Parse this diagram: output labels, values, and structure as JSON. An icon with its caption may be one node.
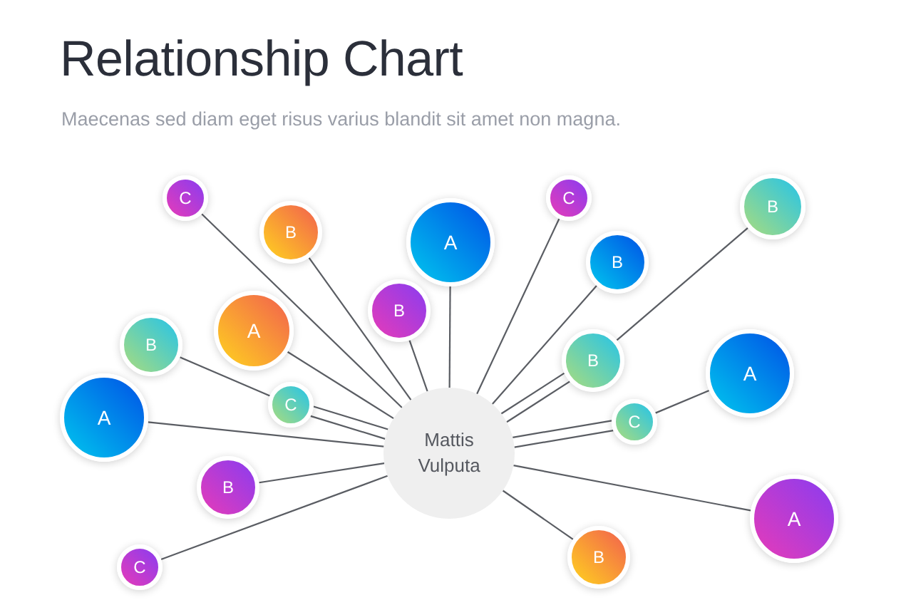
{
  "diagram": {
    "title": "Relationship Chart",
    "caption": "Maecenas sed diam eget risus varius blandit sit amet non magna.",
    "nodes": [
      {
        "text": [
          "Mattis Vulputa"
        ]
      },
      {
        "text": [
          "C"
        ]
      },
      {
        "text": [
          "C"
        ]
      },
      {
        "text": [
          "B"
        ]
      },
      {
        "text": [
          "A"
        ]
      },
      {
        "text": [
          "B"
        ]
      },
      {
        "text": [
          "B"
        ]
      },
      {
        "text": [
          "B"
        ]
      },
      {
        "text": [
          "A"
        ]
      },
      {
        "text": [
          "B"
        ]
      },
      {
        "text": [
          "B"
        ]
      },
      {
        "text": [
          "A"
        ]
      },
      {
        "text": [
          "C"
        ]
      },
      {
        "text": [
          "A"
        ]
      },
      {
        "text": [
          "C"
        ]
      },
      {
        "text": [
          "B"
        ]
      },
      {
        "text": [
          "A"
        ]
      },
      {
        "text": [
          "B"
        ]
      },
      {
        "text": [
          "C"
        ]
      }
    ],
    "edges": [
      {
        "from": 0,
        "to": 1,
        "arrow": "none"
      },
      {
        "from": 0,
        "to": 2,
        "arrow": "none"
      },
      {
        "from": 3,
        "to": 10,
        "arrow": "none"
      },
      {
        "from": 0,
        "to": 4,
        "arrow": "none"
      },
      {
        "from": 0,
        "to": 5,
        "arrow": "none"
      },
      {
        "from": 0,
        "to": 6,
        "arrow": "none"
      },
      {
        "from": 0,
        "to": 7,
        "arrow": "none"
      },
      {
        "from": 0,
        "to": 8,
        "arrow": "none"
      },
      {
        "from": 9,
        "to": 12,
        "arrow": "none"
      },
      {
        "from": 0,
        "to": 10,
        "arrow": "none"
      },
      {
        "from": 11,
        "to": 14,
        "arrow": "none"
      },
      {
        "from": 0,
        "to": 12,
        "arrow": "none"
      },
      {
        "from": 0,
        "to": 13,
        "arrow": "none"
      },
      {
        "from": 0,
        "to": 14,
        "arrow": "none"
      },
      {
        "from": 0,
        "to": 15,
        "arrow": "none"
      },
      {
        "from": 0,
        "to": 16,
        "arrow": "none"
      },
      {
        "from": 0,
        "to": 17,
        "arrow": "none"
      },
      {
        "from": 0,
        "to": 18,
        "arrow": "none"
      },
      {
        "from": 10,
        "to": 0,
        "arrow": "none"
      },
      {
        "from": 12,
        "to": 0,
        "arrow": "none"
      },
      {
        "from": 14,
        "to": 0,
        "arrow": "none"
      }
    ]
  }
}
